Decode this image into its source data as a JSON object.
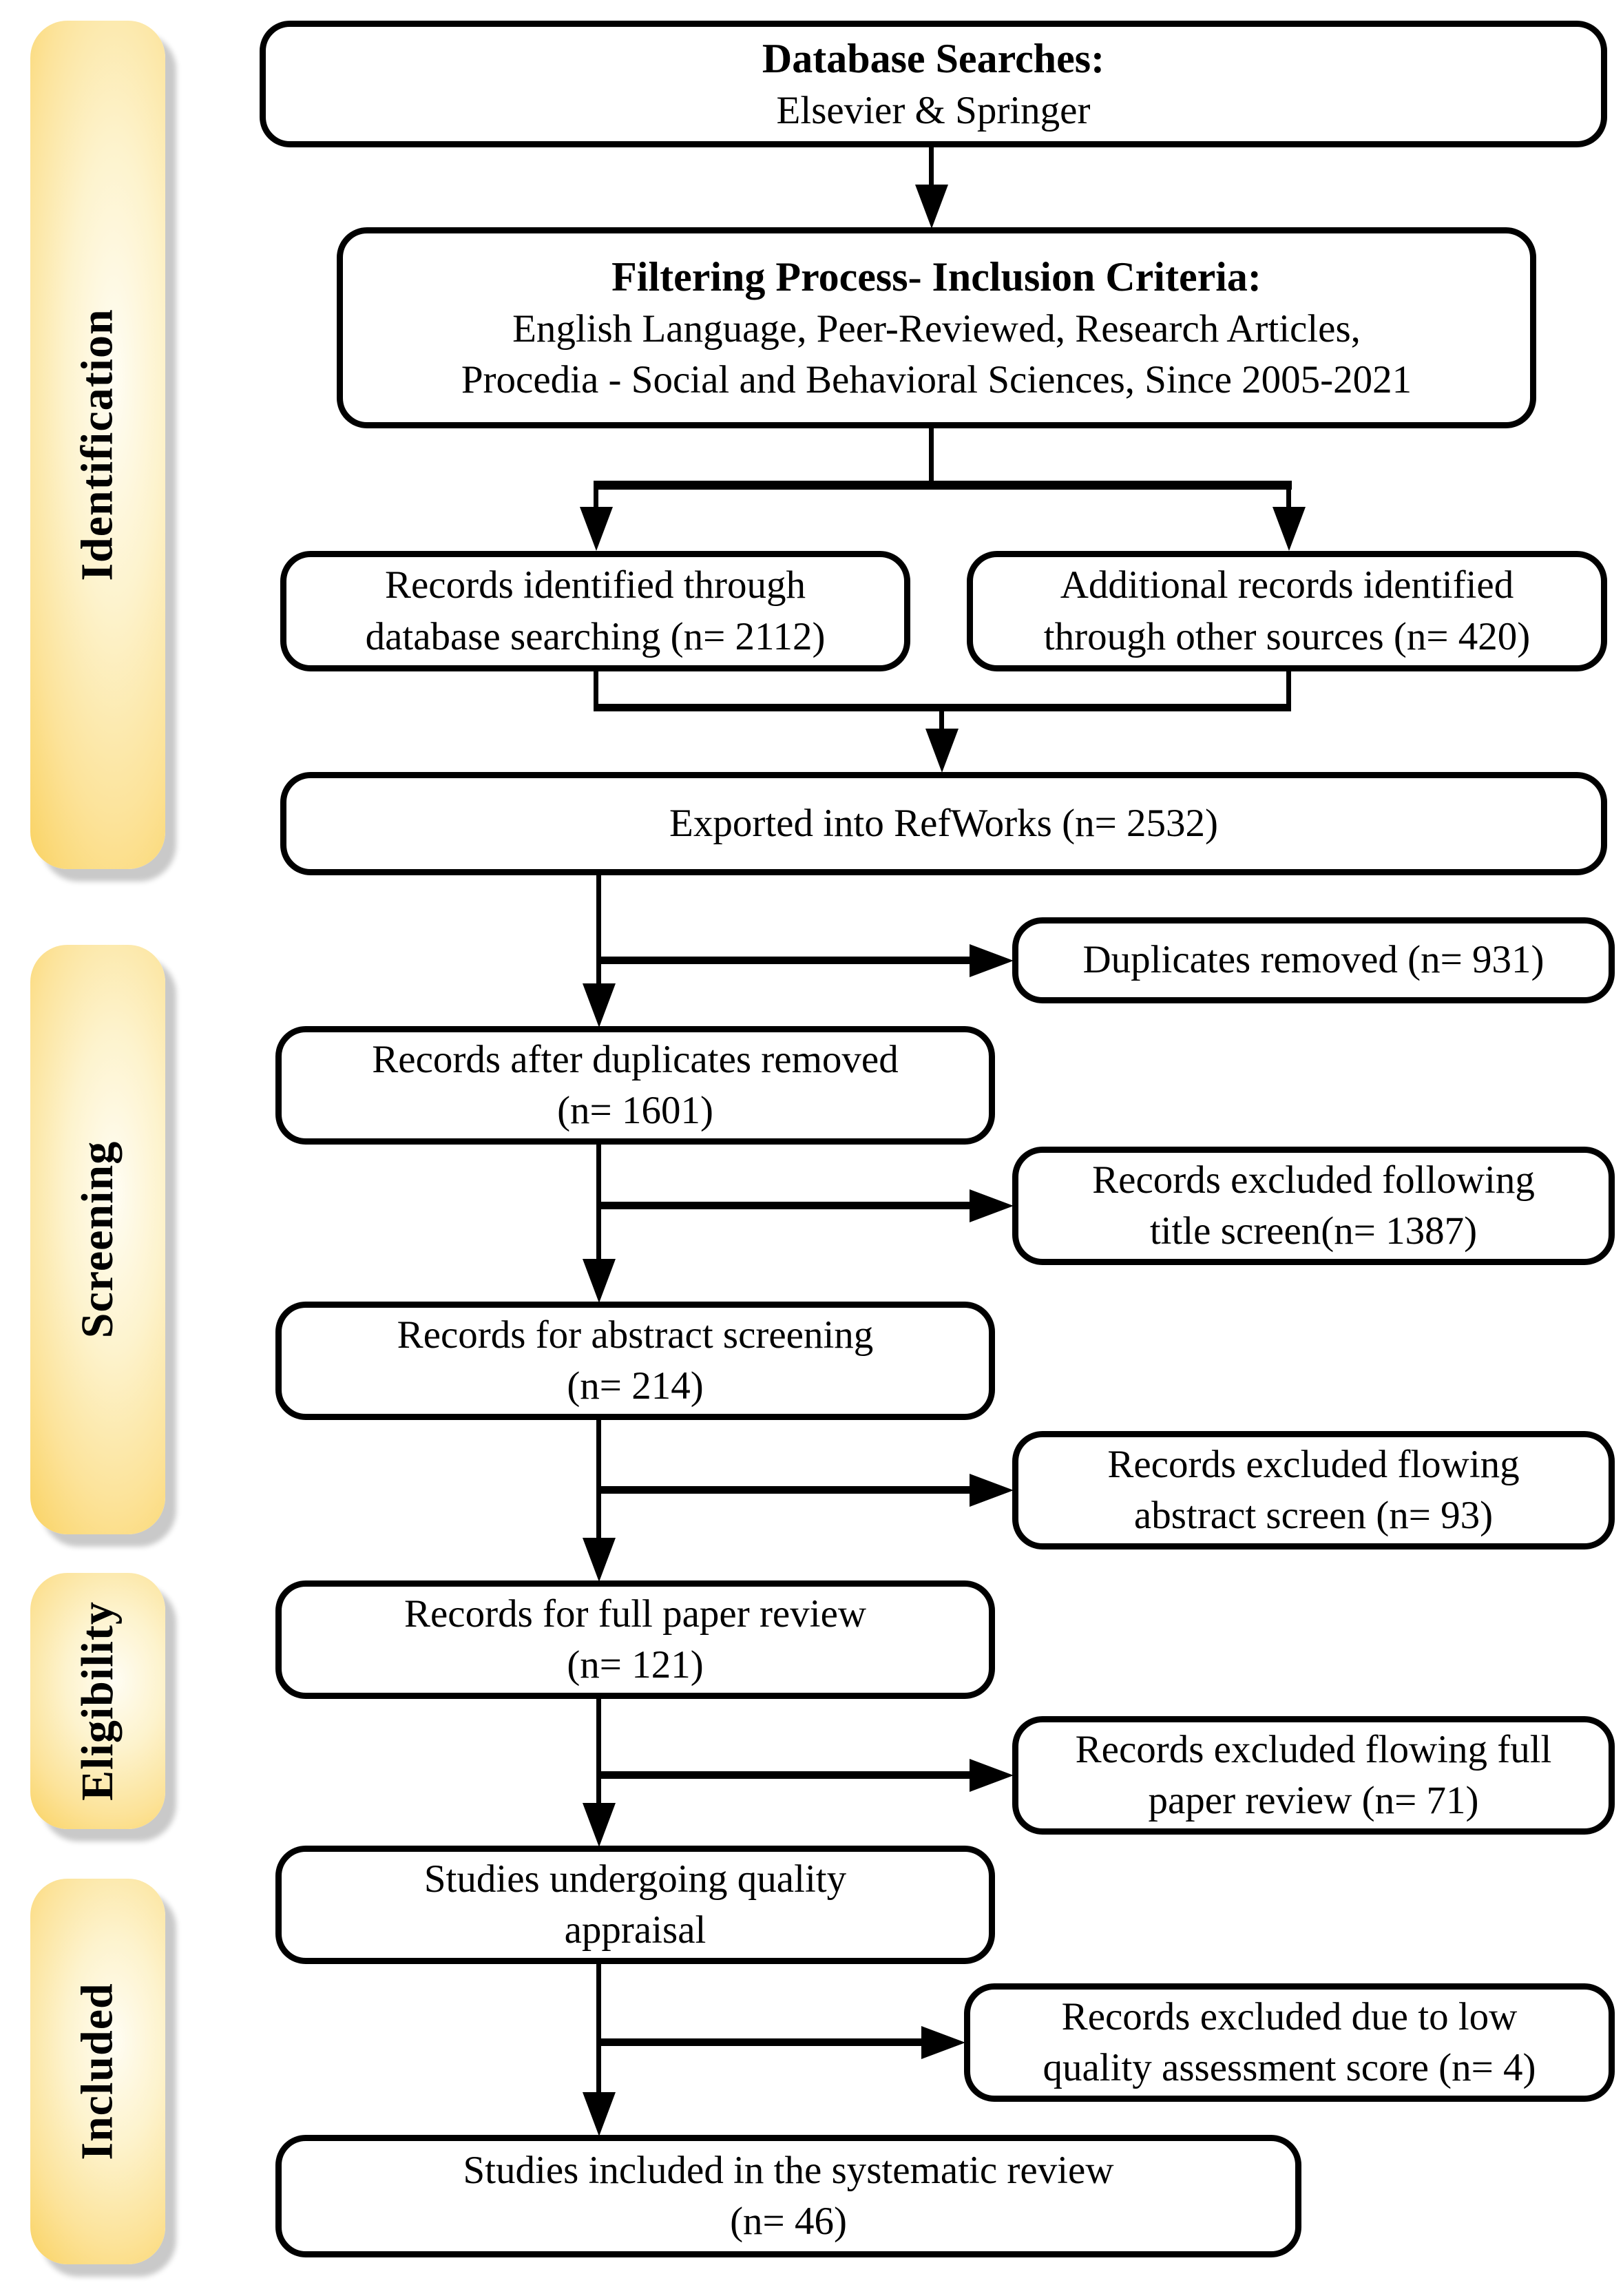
{
  "stages": [
    {
      "label": "Identification"
    },
    {
      "label": "Screening"
    },
    {
      "label": "Eligibility"
    },
    {
      "label": "Included"
    }
  ],
  "boxes": {
    "db_search": {
      "lines": [
        "Database Searches:",
        "Elsevier & Springer"
      ]
    },
    "filtering": {
      "lines": [
        "Filtering Process- Inclusion Criteria:",
        "English Language, Peer-Reviewed, Research Articles,",
        "Procedia - Social and Behavioral Sciences, Since 2005-2021"
      ]
    },
    "records_db": {
      "lines": [
        "Records identified through",
        "database searching (n= 2112)"
      ]
    },
    "records_other": {
      "lines": [
        "Additional records identified",
        "through other sources (n= 420)"
      ]
    },
    "refworks": {
      "lines": [
        "Exported into RefWorks (n= 2532)"
      ]
    },
    "duplicates": {
      "lines": [
        "Duplicates removed (n= 931)"
      ]
    },
    "after_dup": {
      "lines": [
        "Records after duplicates removed",
        "(n= 1601)"
      ]
    },
    "excl_title": {
      "lines": [
        "Records excluded following",
        "title screen(n= 1387)"
      ]
    },
    "abstract": {
      "lines": [
        "Records for abstract screening",
        "(n= 214)"
      ]
    },
    "excl_abstract": {
      "lines": [
        "Records excluded flowing",
        "abstract screen (n= 93)"
      ]
    },
    "full_paper": {
      "lines": [
        "Records for full paper review",
        "(n= 121)"
      ]
    },
    "excl_full": {
      "lines": [
        "Records excluded flowing full",
        "paper review (n= 71)"
      ]
    },
    "quality": {
      "lines": [
        "Studies undergoing quality",
        "appraisal"
      ]
    },
    "excl_quality": {
      "lines": [
        "Records excluded due to low",
        "quality assessment score (n= 4)"
      ]
    },
    "included": {
      "lines": [
        "Studies included in the systematic review",
        "(n= 46)"
      ]
    }
  },
  "colors": {
    "stage_fill_outer": "#F7CC4E",
    "stage_fill_inner": "#FFFDF4",
    "stage_shadow": "#C9C9C9",
    "box_border": "#000000",
    "box_fill": "#FFFFFF",
    "text": "#000000"
  }
}
